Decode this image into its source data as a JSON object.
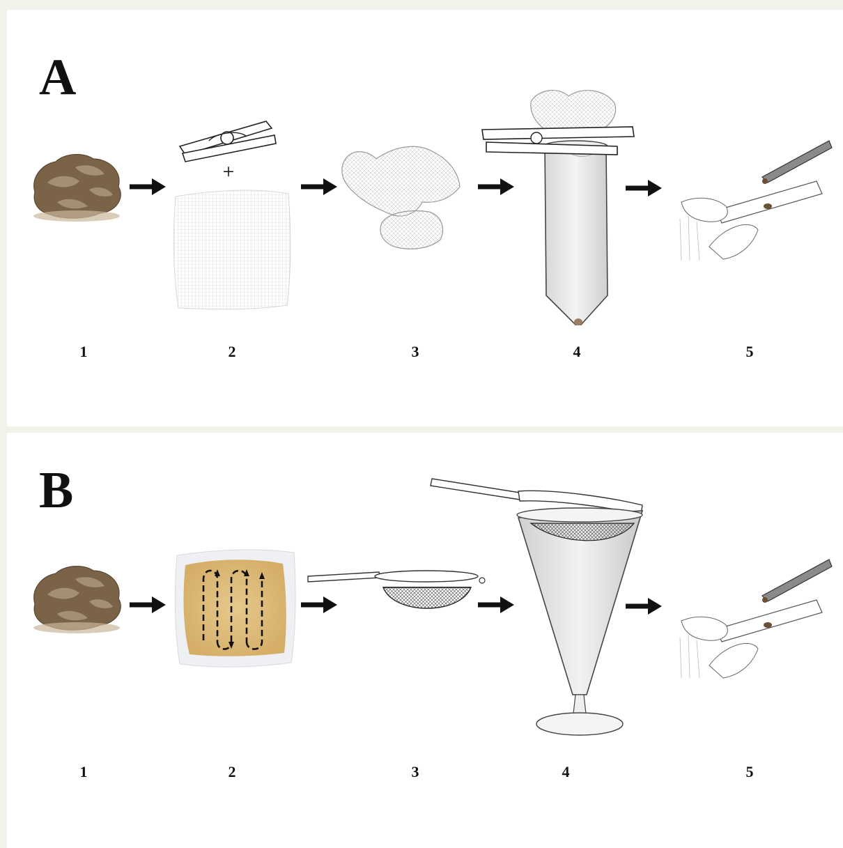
{
  "colors": {
    "frame": "#f2f1ea",
    "lichen": "#7a6347",
    "lichen_light": "#a38f72",
    "gauze_tan": "#d9b877",
    "ink": "#111111"
  },
  "panels": [
    {
      "letter": "A",
      "steps": [
        {
          "number": "1",
          "icon": "lichen-sample-icon"
        },
        {
          "number": "2",
          "icon": "clothes-peg-and-gauze-icon",
          "operator": "+"
        },
        {
          "number": "3",
          "icon": "wrapped-sample-icon"
        },
        {
          "number": "4",
          "icon": "centrifuge-tube-icon"
        },
        {
          "number": "5",
          "icon": "pipette-slide-icon"
        }
      ]
    },
    {
      "letter": "B",
      "steps": [
        {
          "number": "1",
          "icon": "lichen-sample-icon"
        },
        {
          "number": "2",
          "icon": "gauze-folding-pattern-icon"
        },
        {
          "number": "3",
          "icon": "tea-strainer-icon"
        },
        {
          "number": "4",
          "icon": "conical-glass-icon"
        },
        {
          "number": "5",
          "icon": "pipette-slide-icon"
        }
      ]
    }
  ]
}
